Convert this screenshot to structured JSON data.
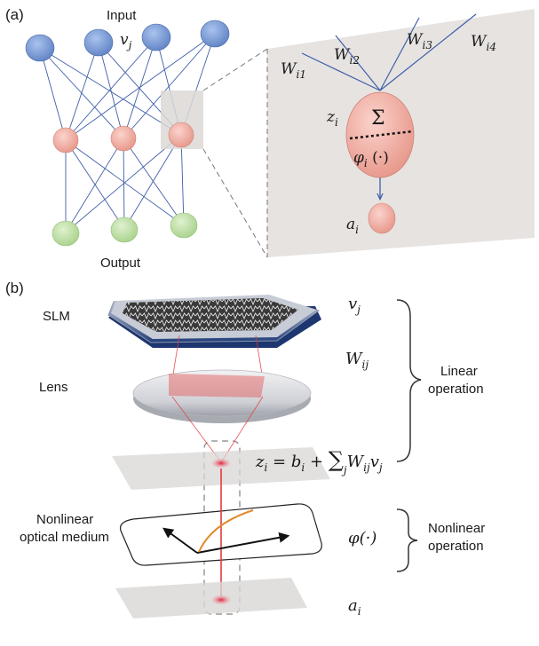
{
  "panel_a": {
    "tag": "(a)",
    "input_label": "Input",
    "output_label": "Output",
    "v_sym": "v",
    "v_sub": "j",
    "weights": [
      {
        "sym": "W",
        "sub": "i1"
      },
      {
        "sym": "W",
        "sub": "i2"
      },
      {
        "sym": "W",
        "sub": "i3"
      },
      {
        "sym": "W",
        "sub": "i4"
      }
    ],
    "z_sym": "z",
    "z_sub": "i",
    "sum_sym": "Σ",
    "phi_sym": "φ",
    "phi_sub": "i",
    "phi_arg": " (·)",
    "a_sym": "a",
    "a_sub": "i"
  },
  "panel_b": {
    "tag": "(b)",
    "slm_label": "SLM",
    "lens_label": "Lens",
    "medium_label_1": "Nonlinear",
    "medium_label_2": "optical medium",
    "v_sym": "v",
    "v_sub": "j",
    "w_sym": "W",
    "w_sub": "ij",
    "eq_z": "z",
    "eq_i": "i",
    "eq_equals": " = ",
    "eq_b": "b",
    "eq_plus": " + ",
    "eq_sum": "∑",
    "eq_j": "j",
    "eq_w": "W",
    "eq_ij": "ij",
    "eq_v": "v",
    "phi_text": "φ(·)",
    "a_sym": "a",
    "a_sub": "i",
    "linear_1": "Linear",
    "linear_2": "operation",
    "nonlinear_1": "Nonlinear",
    "nonlinear_2": "operation"
  },
  "colors": {
    "input_node": "#7f9ed6",
    "hidden_node": "#f3b3ab",
    "output_node": "#bfe0a6",
    "edge": "#3f5fa8",
    "zoom_panel": "#e6e3e1",
    "beam": "#e23b3b",
    "curve": "#e08a2a"
  }
}
